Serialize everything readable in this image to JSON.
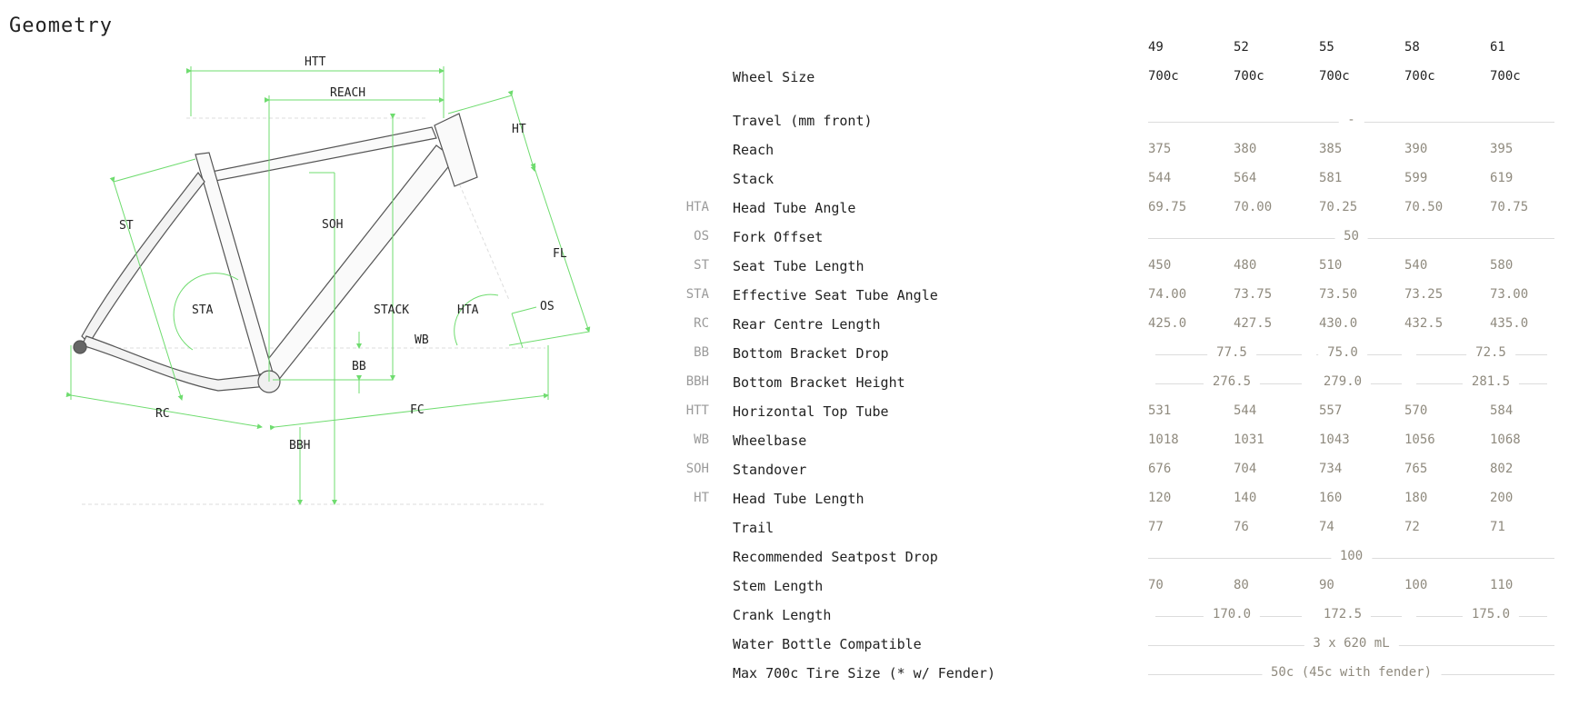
{
  "title": "Geometry",
  "diagram_labels": {
    "htt": "HTT",
    "reach": "REACH",
    "ht": "HT",
    "st": "ST",
    "soh": "SOH",
    "fl": "FL",
    "sta": "STA",
    "stack": "STACK",
    "hta": "HTA",
    "os": "OS",
    "wb": "WB",
    "bb": "BB",
    "rc": "RC",
    "fc": "FC",
    "bbh": "BBH"
  },
  "sizes": [
    "49",
    "52",
    "55",
    "58",
    "61"
  ],
  "rows": [
    {
      "abbr": "",
      "label": "Wheel Size",
      "dark": true,
      "values": [
        "700c",
        "700c",
        "700c",
        "700c",
        "700c"
      ]
    },
    {
      "abbr": "",
      "label": "Travel (mm front)",
      "span": "-"
    },
    {
      "abbr": "",
      "label": "Reach",
      "values": [
        "375",
        "380",
        "385",
        "390",
        "395"
      ]
    },
    {
      "abbr": "",
      "label": "Stack",
      "values": [
        "544",
        "564",
        "581",
        "599",
        "619"
      ]
    },
    {
      "abbr": "HTA",
      "label": "Head Tube Angle",
      "values": [
        "69.75",
        "70.00",
        "70.25",
        "70.50",
        "70.75"
      ]
    },
    {
      "abbr": "OS",
      "label": "Fork Offset",
      "span": "50"
    },
    {
      "abbr": "ST",
      "label": "Seat Tube Length",
      "values": [
        "450",
        "480",
        "510",
        "540",
        "580"
      ]
    },
    {
      "abbr": "STA",
      "label": "Effective Seat Tube Angle",
      "values": [
        "74.00",
        "73.75",
        "73.50",
        "73.25",
        "73.00"
      ]
    },
    {
      "abbr": "RC",
      "label": "Rear Centre Length",
      "values": [
        "425.0",
        "427.5",
        "430.0",
        "432.5",
        "435.0"
      ]
    },
    {
      "abbr": "BB",
      "label": "Bottom Bracket Drop",
      "groups": [
        "77.5",
        "75.0",
        "72.5"
      ]
    },
    {
      "abbr": "BBH",
      "label": "Bottom Bracket Height",
      "groups": [
        "276.5",
        "279.0",
        "281.5"
      ]
    },
    {
      "abbr": "HTT",
      "label": "Horizontal Top Tube",
      "values": [
        "531",
        "544",
        "557",
        "570",
        "584"
      ]
    },
    {
      "abbr": "WB",
      "label": "Wheelbase",
      "values": [
        "1018",
        "1031",
        "1043",
        "1056",
        "1068"
      ]
    },
    {
      "abbr": "SOH",
      "label": "Standover",
      "values": [
        "676",
        "704",
        "734",
        "765",
        "802"
      ]
    },
    {
      "abbr": "HT",
      "label": "Head Tube Length",
      "values": [
        "120",
        "140",
        "160",
        "180",
        "200"
      ]
    },
    {
      "abbr": "",
      "label": "Trail",
      "values": [
        "77",
        "76",
        "74",
        "72",
        "71"
      ]
    },
    {
      "abbr": "",
      "label": "Recommended Seatpost Drop",
      "span": "100"
    },
    {
      "abbr": "",
      "label": "Stem Length",
      "values": [
        "70",
        "80",
        "90",
        "100",
        "110"
      ]
    },
    {
      "abbr": "",
      "label": "Crank Length",
      "groups": [
        "170.0",
        "172.5",
        "175.0"
      ]
    },
    {
      "abbr": "",
      "label": "Water Bottle Compatible",
      "span": "3 x 620 mL"
    },
    {
      "abbr": "",
      "label": "Max 700c Tire Size (* w/ Fender)",
      "span": "50c (45c with fender)"
    }
  ]
}
